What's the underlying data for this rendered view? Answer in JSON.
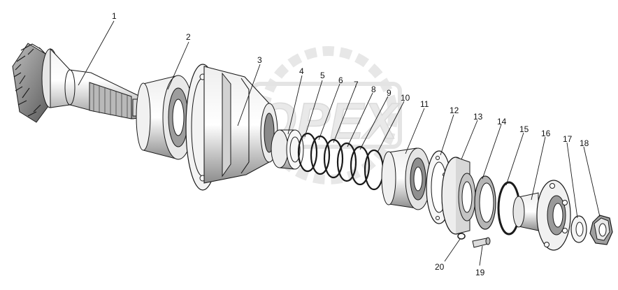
{
  "diagram": {
    "watermark": "OPEX",
    "callouts": [
      {
        "id": "1",
        "label": "1"
      },
      {
        "id": "2",
        "label": "2"
      },
      {
        "id": "3",
        "label": "3"
      },
      {
        "id": "4",
        "label": "4"
      },
      {
        "id": "5",
        "label": "5"
      },
      {
        "id": "6",
        "label": "6"
      },
      {
        "id": "7",
        "label": "7"
      },
      {
        "id": "8",
        "label": "8"
      },
      {
        "id": "9",
        "label": "9"
      },
      {
        "id": "10",
        "label": "10"
      },
      {
        "id": "11",
        "label": "11"
      },
      {
        "id": "12",
        "label": "12"
      },
      {
        "id": "13",
        "label": "13"
      },
      {
        "id": "14",
        "label": "14"
      },
      {
        "id": "15",
        "label": "15"
      },
      {
        "id": "16",
        "label": "16"
      },
      {
        "id": "17",
        "label": "17"
      },
      {
        "id": "18",
        "label": "18"
      },
      {
        "id": "19",
        "label": "19"
      },
      {
        "id": "20",
        "label": "20"
      }
    ],
    "colors": {
      "line": "#1a1a1a",
      "shade": "#cfcfcf",
      "dark": "#6e6e6e",
      "watermark": "#d8d8d8"
    }
  }
}
